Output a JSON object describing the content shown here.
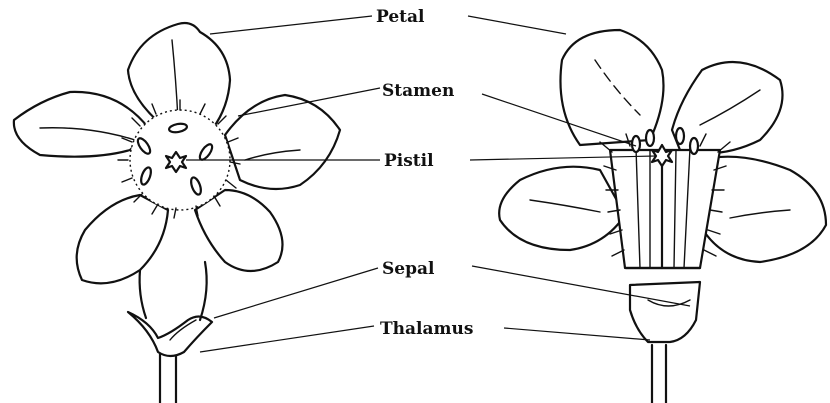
{
  "labels": {
    "petal": "Petal",
    "stamen": "Stamen",
    "pistil": "Pistil",
    "sepal": "Sepal",
    "thalamus": "Thalamus"
  },
  "colors": {
    "ink": "#111111",
    "background": "#ffffff"
  }
}
